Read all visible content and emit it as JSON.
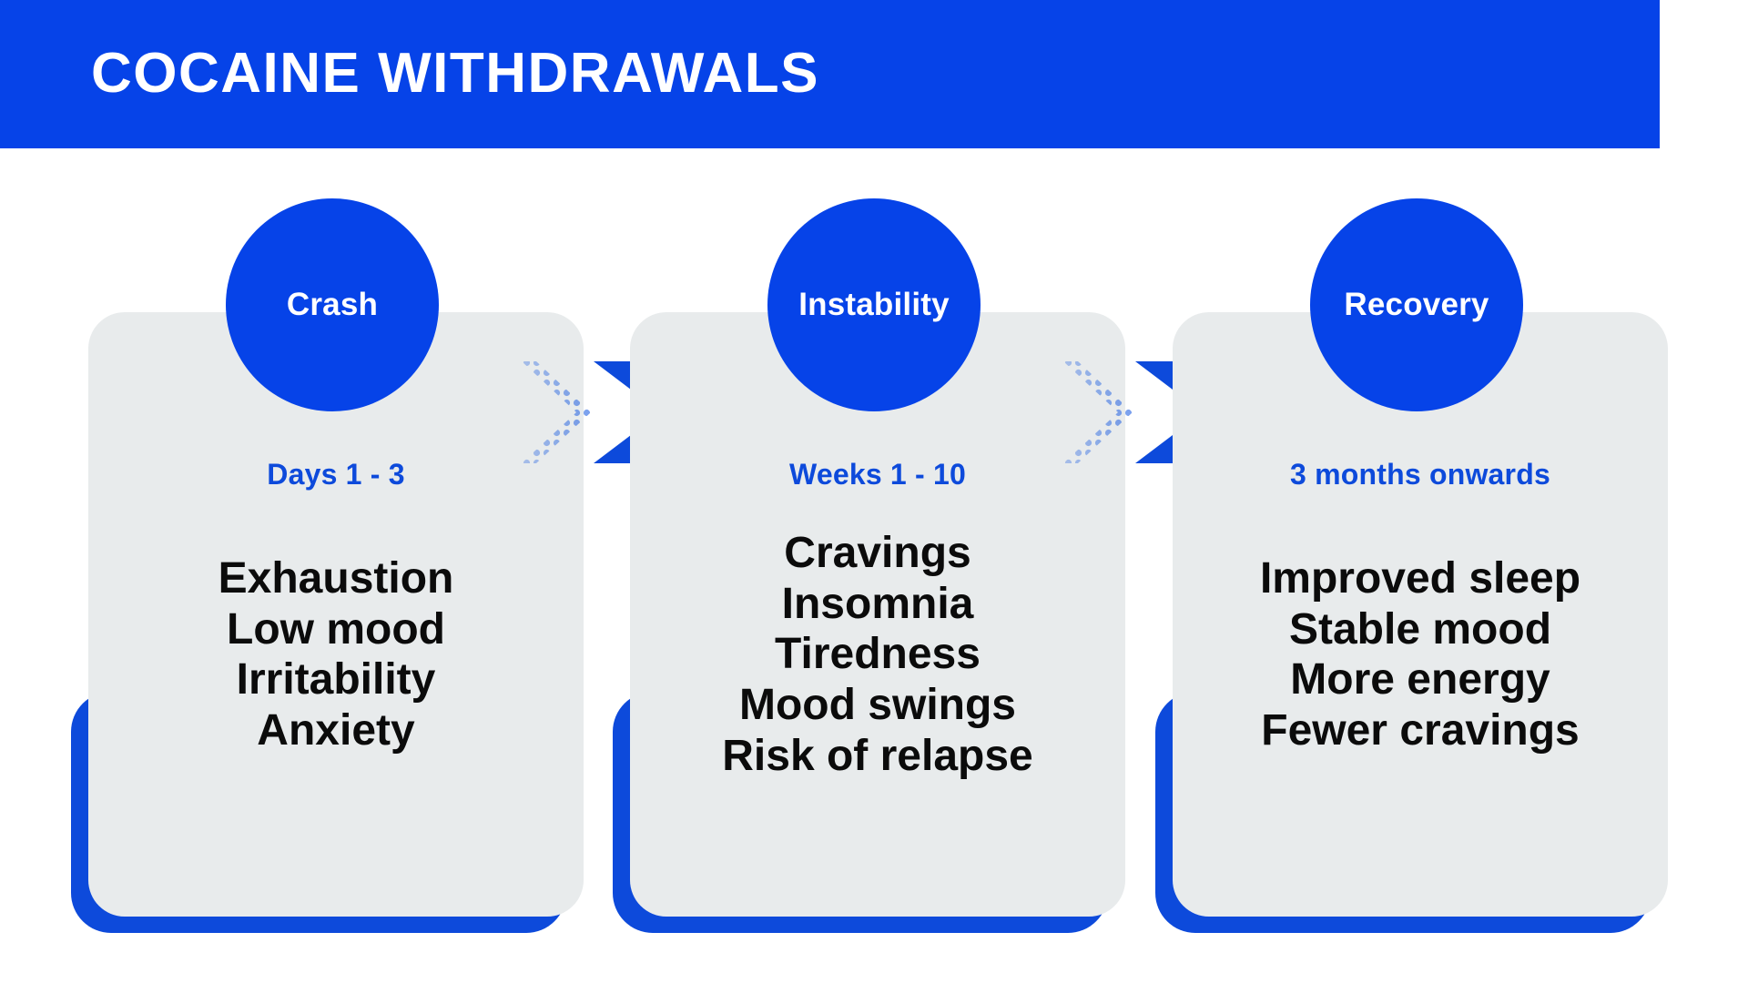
{
  "header": {
    "title": "COCAINE WITHDRAWALS",
    "background_color": "#0643E8",
    "text_color": "#FFFFFF"
  },
  "theme": {
    "primary_blue": "#0643E8",
    "shadow_blue": "#0D4ADB",
    "card_gray": "#E8EBEC",
    "text_black": "#0B0B0B",
    "page_background": "#FFFFFF"
  },
  "stages": [
    {
      "name": "Crash",
      "duration": "Days 1 - 3",
      "symptoms": [
        "Exhaustion",
        "Low mood",
        "Irritability",
        "Anxiety"
      ]
    },
    {
      "name": "Instability",
      "duration": "Weeks 1 - 10",
      "symptoms": [
        "Cravings",
        "Insomnia",
        "Tiredness",
        "Mood swings",
        "Risk of relapse"
      ]
    },
    {
      "name": "Recovery",
      "duration": "3 months onwards",
      "symptoms": [
        "Improved sleep",
        "Stable mood",
        "More energy",
        "Fewer cravings"
      ]
    }
  ],
  "arrows": [
    {
      "icon": "chevron-right-icon",
      "style": "halftone-plus-solid"
    },
    {
      "icon": "chevron-right-icon",
      "style": "halftone-plus-solid"
    }
  ]
}
